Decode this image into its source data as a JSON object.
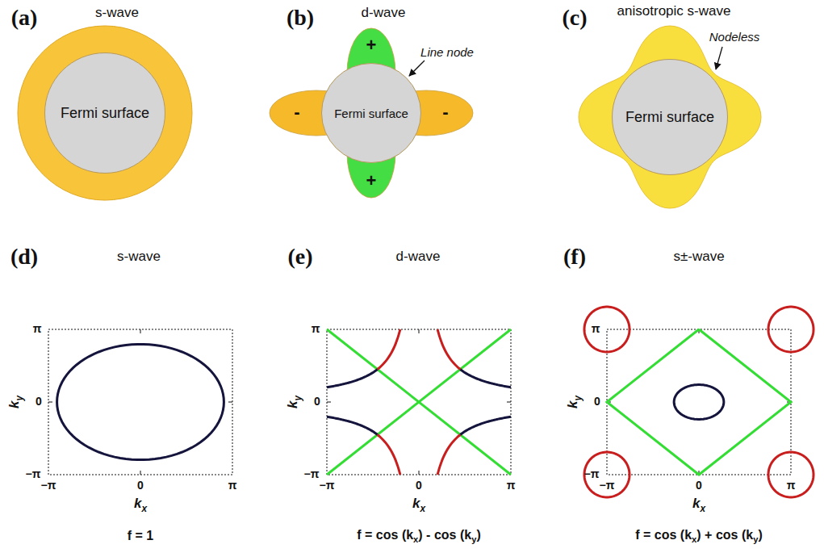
{
  "diagram": {
    "nodes": [
      {
        "text": [
          "Fermi surface"
        ]
      },
      {
        "text": [
          "Fermi surface"
        ]
      },
      {
        "text": [
          "Fermi surface"
        ]
      }
    ],
    "labels": [
      "(a)",
      "s-wave",
      "(b)",
      "d-wave",
      "(c)",
      "anisotropic s-wave",
      "+",
      "-",
      "-",
      "+",
      "Line node",
      "Nodeless",
      "(d)",
      "s-wave",
      "(e)",
      "d-wave",
      "(f)",
      "s±-wave",
      "π",
      "0",
      "−π",
      "−π",
      "0",
      "π",
      "kx",
      "ky",
      "f = 1",
      "π",
      "0",
      "−π",
      "−π",
      "0",
      "π",
      "kx",
      "ky",
      "f = cos (kx) - cos (ky)",
      "π",
      "0",
      "−π",
      "−π",
      "0",
      "π",
      "kx",
      "ky",
      "f = cos (kx) + cos (ky)"
    ]
  }
}
